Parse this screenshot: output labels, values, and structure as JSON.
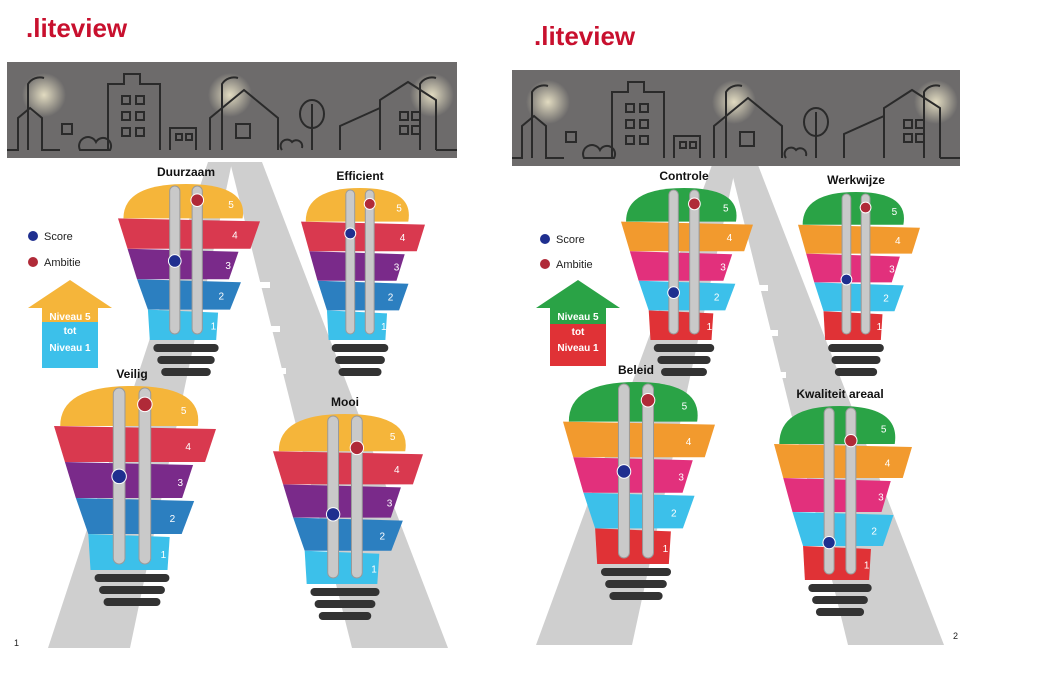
{
  "colors": {
    "sky": "#6d6b6b",
    "road": "#cfcfcf",
    "road_line": "#ffffff",
    "tube": "#c9c9c9",
    "base": "#333333",
    "score_dot": "#1f2f8f",
    "ambition_dot": "#b02a38",
    "logo": "#c8102e",
    "logo_dot": "#7a1a6a"
  },
  "pages": [
    {
      "logo": ".liteview",
      "page_number": "1",
      "legend": {
        "score_label": "Score",
        "ambition_label": "Ambitie"
      },
      "arrow": {
        "top_color": "#f5b53a",
        "bottom_color": "#3cc0ea",
        "lines": [
          "Niveau 5",
          "tot",
          "Niveau 1"
        ]
      },
      "level_colors": [
        "#3cc0ea",
        "#2c7fc0",
        "#7a2a8a",
        "#d9394f",
        "#f5b53a"
      ],
      "bulbs": [
        {
          "title": "Duurzaam",
          "score": 3,
          "ambition": 5
        },
        {
          "title": "Efficient",
          "score": 4,
          "ambition": 5
        },
        {
          "title": "Veilig",
          "score": 3,
          "ambition": 5
        },
        {
          "title": "Mooi",
          "score": 2.5,
          "ambition": 4.5
        }
      ]
    },
    {
      "logo": ".liteview",
      "page_number": "2",
      "legend": {
        "score_label": "Score",
        "ambition_label": "Ambitie"
      },
      "arrow": {
        "top_color": "#2aa346",
        "bottom_color": "#e03236",
        "lines": [
          "Niveau 5",
          "tot",
          "Niveau 1"
        ]
      },
      "level_colors": [
        "#e03236",
        "#3cc0ea",
        "#e2307c",
        "#f29a2e",
        "#2aa346"
      ],
      "bulbs": [
        {
          "title": "Controle",
          "score": 2,
          "ambition": 5
        },
        {
          "title": "Werkwijze",
          "score": 2.5,
          "ambition": 5
        },
        {
          "title": "Beleid",
          "score": 3,
          "ambition": 5
        },
        {
          "title": "Kwaliteit areaal",
          "score": 1.5,
          "ambition": 4.5
        }
      ]
    }
  ]
}
